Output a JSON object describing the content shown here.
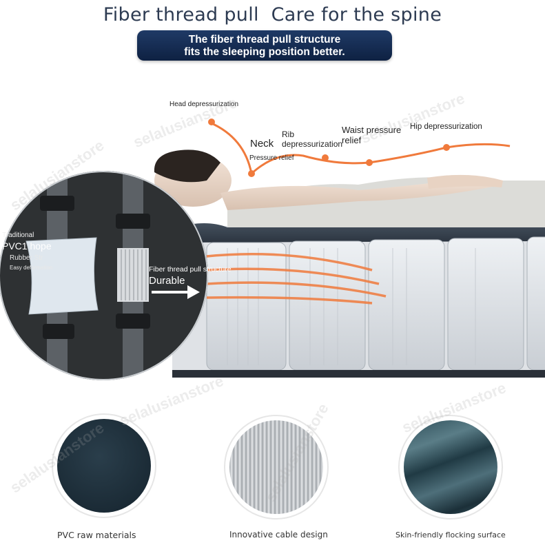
{
  "header": {
    "title": "Fiber thread pull  Care for the spine",
    "banner_line1": "The fiber thread pull structure",
    "banner_line2": "fits the sleeping position better."
  },
  "pressure_points": {
    "head": "Head depressurization",
    "neck": "Neck",
    "neck_sub": "Pressure relief",
    "rib_line1": "Rib",
    "rib_line2": "depressurization",
    "waist_line1": "Waist pressure",
    "waist_line2": "relief",
    "hip": "Hip depressurization"
  },
  "comparison": {
    "traditional_title": "Traditional",
    "traditional_main": "PVC1 hope",
    "traditional_sub1": "Rubber Str",
    "traditional_sub2": "Easy deformation",
    "fiber_title": "Fiber thread pull structure",
    "fiber_main": "Durable"
  },
  "materials": [
    {
      "caption": "PVC raw materials"
    },
    {
      "caption": "Innovative cable design"
    },
    {
      "caption": "Skin-friendly flocking surface"
    }
  ],
  "watermark": "selalusianstore",
  "colors": {
    "accent_orange": "#f07a3c",
    "banner_navy": "#14294d",
    "title_text": "#2d3b52"
  }
}
